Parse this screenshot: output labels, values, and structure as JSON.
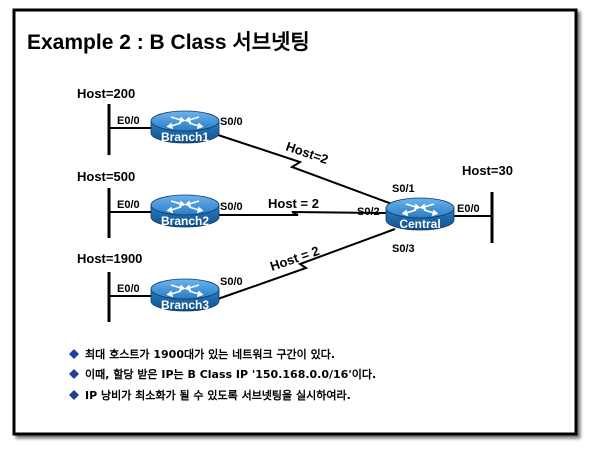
{
  "title": "Example 2 : B Class 서브넷팅",
  "routers": {
    "branch1": {
      "name": "Branch1",
      "host": "Host=200",
      "lan_if": "E0/0",
      "wan_if": "S0/0"
    },
    "branch2": {
      "name": "Branch2",
      "host": "Host=500",
      "lan_if": "E0/0",
      "wan_if": "S0/0"
    },
    "branch3": {
      "name": "Branch3",
      "host": "Host=1900",
      "lan_if": "E0/0",
      "wan_if": "S0/0"
    },
    "central": {
      "name": "Central",
      "host": "Host=30",
      "lan_if": "E0/0",
      "if_top": "S0/1",
      "if_mid": "S0/2",
      "if_bot": "S0/3"
    }
  },
  "links": {
    "top": "Host=2",
    "mid": "Host = 2",
    "bot": "Host = 2"
  },
  "bullets": [
    "최대 호스트가 1900대가 있는 네트워크 구간이 있다.",
    "이때, 할당 받은 IP는 B Class IP '150.168.0.0/16'이다.",
    "IP 낭비가 최소화가 될 수 있도록 서브넷팅을 실시하여라."
  ],
  "colors": {
    "router": "#2a7dc4",
    "router_dark": "#1a5c98",
    "bullet": "#1f3f9a"
  }
}
